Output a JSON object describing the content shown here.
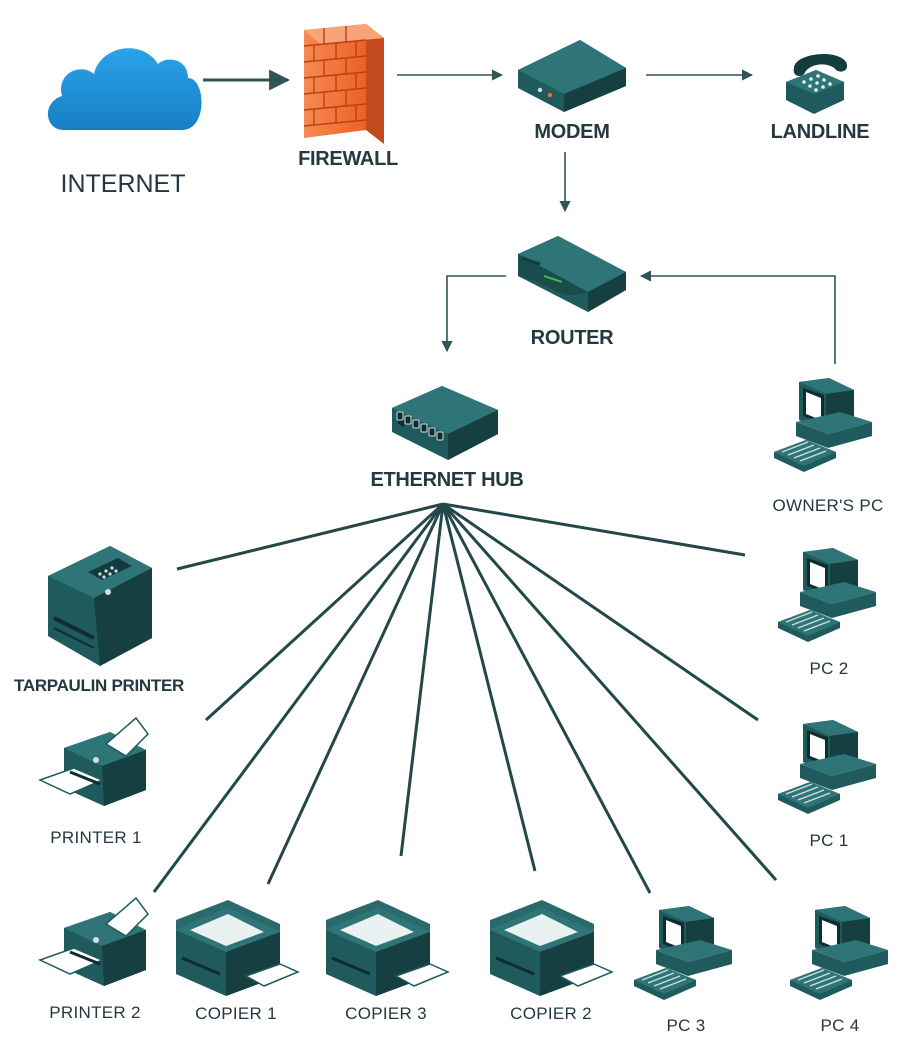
{
  "nodes": {
    "internet": {
      "label": "INTERNET",
      "icon": "cloud-icon"
    },
    "firewall": {
      "label": "FIREWALL",
      "icon": "firewall-icon"
    },
    "modem": {
      "label": "MODEM",
      "icon": "modem-icon"
    },
    "landline": {
      "label": "LANDLINE",
      "icon": "telephone-icon"
    },
    "router": {
      "label": "ROUTER",
      "icon": "router-icon"
    },
    "ethernet_hub": {
      "label": "ETHERNET HUB",
      "icon": "ethernet-hub-icon"
    },
    "owners_pc": {
      "label": "OWNER'S PC",
      "icon": "desktop-pc-icon"
    },
    "pc2": {
      "label": "PC 2",
      "icon": "desktop-pc-icon"
    },
    "pc1": {
      "label": "PC 1",
      "icon": "desktop-pc-icon"
    },
    "pc3": {
      "label": "PC 3",
      "icon": "desktop-pc-icon"
    },
    "pc4": {
      "label": "PC 4",
      "icon": "desktop-pc-icon"
    },
    "tarpaulin_printer": {
      "label": "TARPAULIN PRINTER",
      "icon": "large-printer-icon"
    },
    "printer1": {
      "label": "PRINTER 1",
      "icon": "printer-icon"
    },
    "printer2": {
      "label": "PRINTER 2",
      "icon": "printer-icon"
    },
    "copier1": {
      "label": "COPIER 1",
      "icon": "copier-icon"
    },
    "copier3": {
      "label": "COPIER 3",
      "icon": "copier-icon"
    },
    "copier2": {
      "label": "COPIER 2",
      "icon": "copier-icon"
    }
  },
  "connections": [
    {
      "from": "internet",
      "to": "firewall",
      "arrow": true
    },
    {
      "from": "firewall",
      "to": "modem",
      "arrow": true
    },
    {
      "from": "modem",
      "to": "landline",
      "arrow": true
    },
    {
      "from": "modem",
      "to": "router",
      "arrow": true
    },
    {
      "from": "router",
      "to": "ethernet_hub",
      "arrow": true
    },
    {
      "from": "owners_pc",
      "to": "router",
      "arrow": true
    },
    {
      "from": "ethernet_hub",
      "to": "tarpaulin_printer",
      "arrow": false
    },
    {
      "from": "ethernet_hub",
      "to": "printer1",
      "arrow": false
    },
    {
      "from": "ethernet_hub",
      "to": "printer2",
      "arrow": false
    },
    {
      "from": "ethernet_hub",
      "to": "copier1",
      "arrow": false
    },
    {
      "from": "ethernet_hub",
      "to": "copier3",
      "arrow": false
    },
    {
      "from": "ethernet_hub",
      "to": "copier2",
      "arrow": false
    },
    {
      "from": "ethernet_hub",
      "to": "pc3",
      "arrow": false
    },
    {
      "from": "ethernet_hub",
      "to": "pc4",
      "arrow": false
    },
    {
      "from": "ethernet_hub",
      "to": "pc1",
      "arrow": false
    },
    {
      "from": "ethernet_hub",
      "to": "pc2",
      "arrow": false
    }
  ],
  "colors": {
    "device": "#1f5a5c",
    "device_dark": "#123c3e",
    "cloud": "#1b8fd6",
    "firewall": "#f26a2e",
    "line": "#24484a"
  }
}
